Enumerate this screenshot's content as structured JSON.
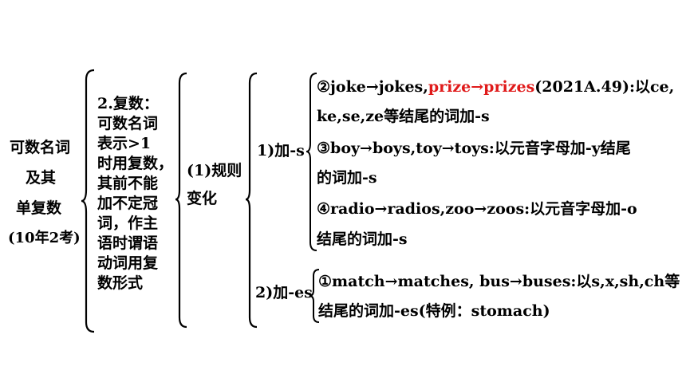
{
  "root": {
    "lines": [
      "可数名词",
      "及其",
      "单复数",
      "(10年2考)"
    ]
  },
  "definition": {
    "lines": [
      "2.复数：",
      "可数名词",
      "表示>1",
      "时用复数，",
      "其前不能",
      "加不定冠",
      "词，作主",
      "语时谓语",
      "动词用复",
      "数形式"
    ]
  },
  "rule": {
    "lines": [
      "(1)规则",
      "变化"
    ]
  },
  "branch_s": {
    "label": "1)加-s",
    "item2": {
      "p1": "②joke→jokes,",
      "p2": "prize→prizes",
      "p3": "(2021A.49):以ce,",
      "line2": "ke,se,ze等结尾的词加-s"
    },
    "item3": {
      "line1": "③boy→boys,toy→toys:以元音字母加-y结尾",
      "line2": "的词加-s"
    },
    "item4": {
      "line1": "④radio→radios,zoo→zoos:以元音字母加-o",
      "line2": "结尾的词加-s"
    }
  },
  "branch_es": {
    "label": "2)加-es",
    "item1": {
      "line1": "①match→matches, bus→buses:以s,x,sh,ch等",
      "line2": "结尾的词加-es(特例：stomach)"
    }
  },
  "colors": {
    "highlight": "#e01a1a",
    "text": "#000000"
  }
}
